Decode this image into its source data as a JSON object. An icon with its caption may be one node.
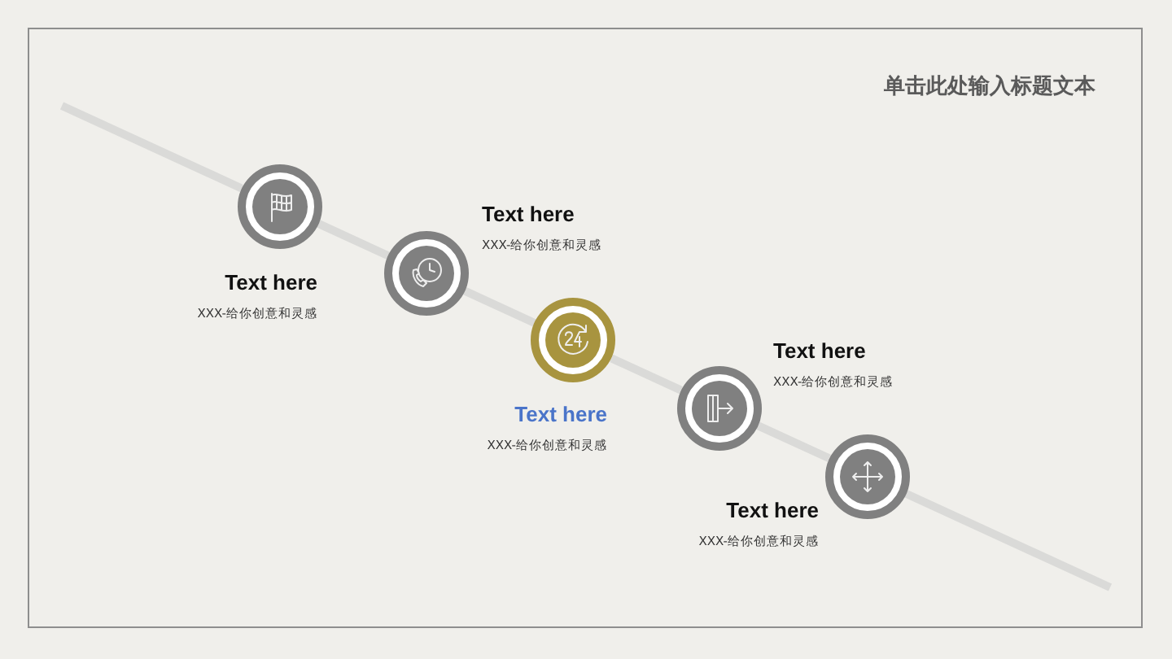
{
  "diagram": {
    "title": "单击此处输入标题文本",
    "nodes": [
      {
        "text": [],
        "shape": "circle",
        "beside": [
          "Text here",
          "XXX-给你创意和灵感"
        ]
      },
      {
        "text": [],
        "shape": "circle",
        "beside": [
          "Text here",
          "XXX-给你创意和灵感"
        ]
      },
      {
        "text": [],
        "shape": "circle",
        "beside": [
          "Text here",
          "XXX-给你创意和灵感"
        ]
      },
      {
        "text": [],
        "shape": "circle",
        "beside": [
          "Text here",
          "XXX-给你创意和灵感"
        ]
      },
      {
        "text": [],
        "shape": "circle",
        "beside": [
          "Text here",
          "XXX-给你创意和灵感"
        ]
      }
    ],
    "edges": [
      {
        "from": null,
        "to": 0,
        "arrow": "none"
      },
      {
        "from": 0,
        "to": 1,
        "arrow": "none"
      },
      {
        "from": 1,
        "to": 2,
        "arrow": "none"
      },
      {
        "from": 2,
        "to": 3,
        "arrow": "none"
      },
      {
        "from": 3,
        "to": 4,
        "arrow": "none"
      },
      {
        "from": 4,
        "to": null,
        "arrow": "none"
      }
    ]
  }
}
